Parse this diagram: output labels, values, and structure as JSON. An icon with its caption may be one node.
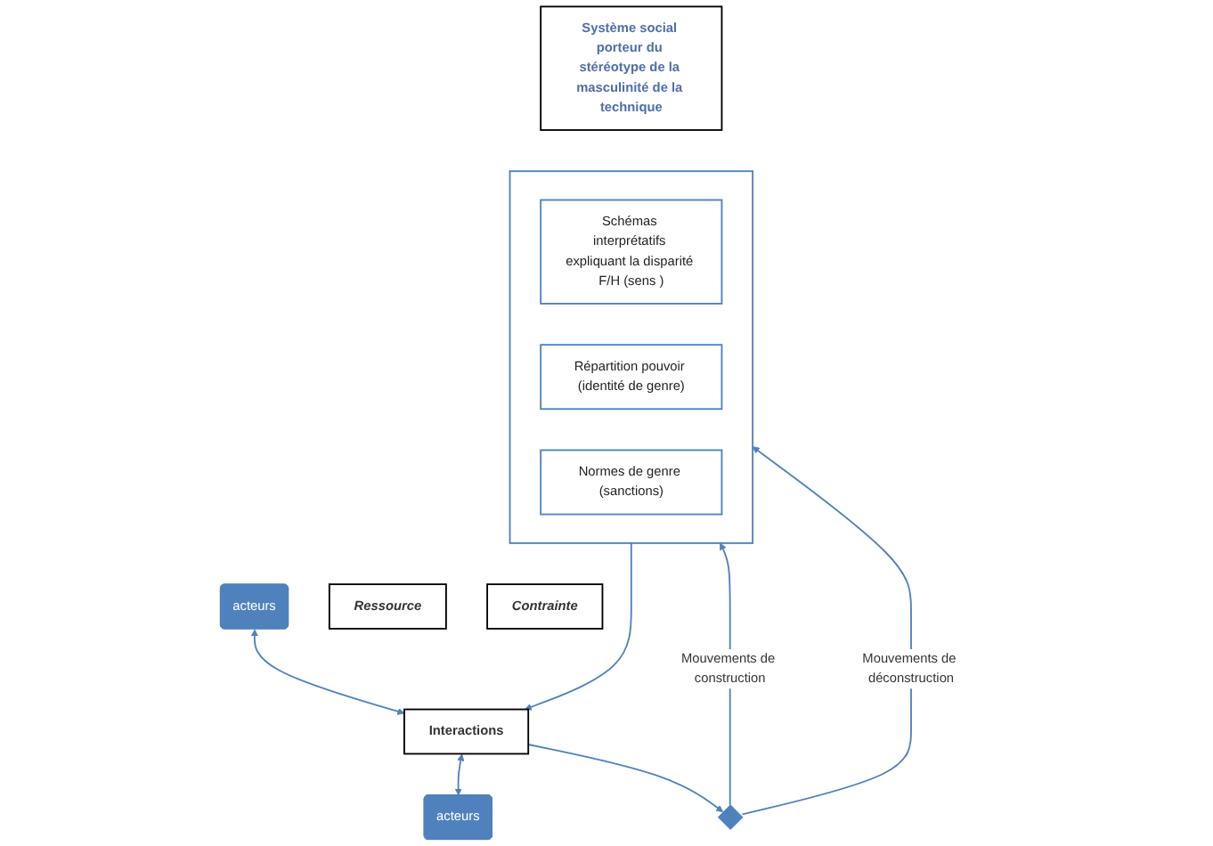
{
  "diagram": {
    "nodes": [
      {
        "text": [
          "Système social porteur du stéréotype de la masculinité de la technique"
        ]
      },
      {
        "text": [],
        "shape": "box"
      },
      {
        "text": [
          "Schémas interprétatifs expliquant la disparité F/H (sens )"
        ],
        "in": 1
      },
      {
        "text": [
          "Répartition pouvoir (identité de genre)"
        ],
        "in": 1
      },
      {
        "text": [
          "Normes de genre (sanctions)"
        ],
        "in": 1
      },
      {
        "text": [
          "Ressource"
        ]
      },
      {
        "text": [
          "Contrainte"
        ]
      },
      {
        "text": [
          "acteurs"
        ]
      },
      {
        "text": [
          "Interactions"
        ]
      },
      {
        "text": [
          "acteurs"
        ]
      },
      {
        "text": [],
        "shape": "diamond"
      }
    ],
    "edges": [
      {
        "from": 1,
        "to": 8,
        "arrow": "to"
      },
      {
        "from": 7,
        "to": 8,
        "arrow": "both"
      },
      {
        "from": 8,
        "to": 9,
        "arrow": "both"
      },
      {
        "from": 8,
        "to": 10,
        "arrow": "to"
      },
      {
        "from": 10,
        "to": 1,
        "arrow": "to",
        "label": "Mouvements de construction"
      },
      {
        "from": 10,
        "to": 1,
        "arrow": "to",
        "label": "Mouvements de déconstruction"
      }
    ]
  }
}
